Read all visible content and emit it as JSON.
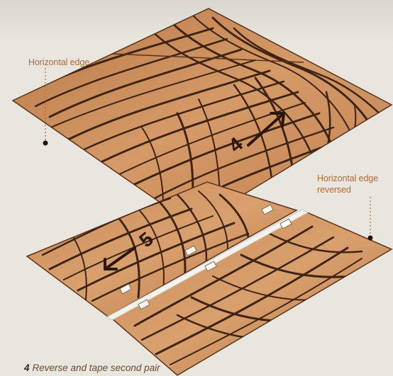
{
  "labels": {
    "left_edge": "Horizontal edge",
    "right_edge_line1": "Horizontal edge",
    "right_edge_line2": "reversed"
  },
  "caption": {
    "step_number": "4",
    "text": "Reverse and tape second pair"
  },
  "panels": {
    "top_arrow_number": "4",
    "bottom_arrow_number": "5"
  },
  "colors": {
    "wood_light": "#c98a55",
    "wood_dark": "#3e2414",
    "label": "#b26a32",
    "tape": "#f4f2ee"
  }
}
